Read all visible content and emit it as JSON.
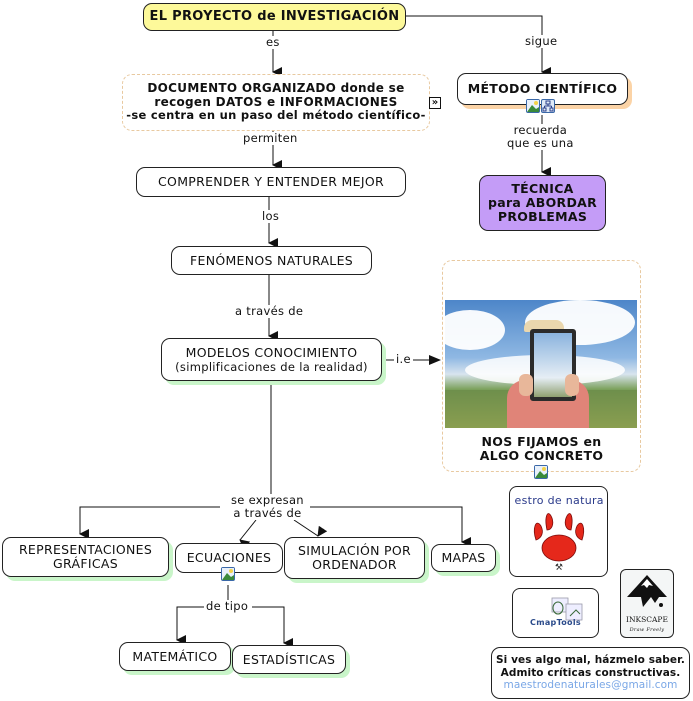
{
  "nodes": {
    "proyecto": "EL PROYECTO de INVESTIGACIÓN",
    "documento": {
      "line1": "DOCUMENTO ORGANIZADO donde se",
      "line2": "recogen DATOS e INFORMACIONES",
      "line3": "-se centra en un paso del método científico-"
    },
    "metodo": "MÉTODO CIENTÍFICO",
    "tecnica": {
      "line1": "TÉCNICA",
      "line2": "para ABORDAR",
      "line3": "PROBLEMAS"
    },
    "comprender": "COMPRENDER Y ENTENDER MEJOR",
    "fenomenos": "FENÓMENOS NATURALES",
    "modelos": {
      "line1": "MODELOS CONOCIMIENTO",
      "line2": "(simplificaciones de la realidad)"
    },
    "fijamos": {
      "line1": "NOS FIJAMOS en",
      "line2": "ALGO CONCRETO"
    },
    "representaciones": {
      "line1": "REPRESENTACIONES",
      "line2": "GRÁFICAS"
    },
    "ecuaciones": "ECUACIONES",
    "simulacion": {
      "line1": "SIMULACIÓN POR",
      "line2": "ORDENADOR"
    },
    "mapas": "MAPAS",
    "matematico": "MATEMÁTICO",
    "estadisticas": "ESTADÍSTICAS"
  },
  "links": {
    "es": "es",
    "sigue": "sigue",
    "permiten": "permiten",
    "recuerda": {
      "line1": "recuerda",
      "line2": "que es una"
    },
    "los": "los",
    "a_traves_de": "a través de",
    "ie": "i.e",
    "se_expresan": {
      "line1": "se expresan",
      "line2": "a través de"
    },
    "de_tipo": "de tipo"
  },
  "logos": {
    "maestro": {
      "text": "Maestro de naturales"
    },
    "cmaptools": "CmapTools",
    "inkscape": {
      "name": "INKSCAPE",
      "tagline": "Draw Freely"
    }
  },
  "feedback": {
    "line1": "Si ves algo mal, házmelo saber.",
    "line2": "Admito críticas constructivas.",
    "email": "maestrodenaturales@gmail.com"
  },
  "colors": {
    "title_fill": "#fdf99a",
    "tecnica_fill": "#c49cf7",
    "email": "#7aa7e6",
    "shadow_green": "#c9f5c9",
    "shadow_orange": "#fbd3a6"
  }
}
